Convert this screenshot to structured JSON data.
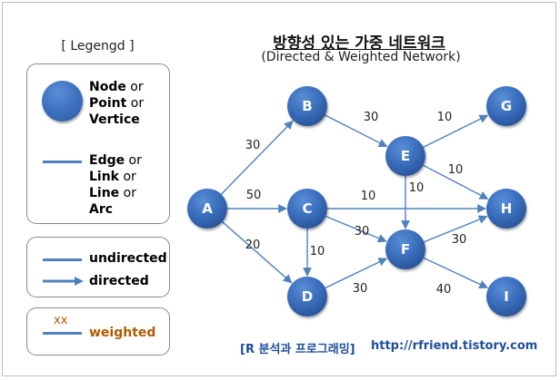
{
  "legend": {
    "title": "[ Legengd ]",
    "node_line1_bold": "Node",
    "node_line1_rest": " or",
    "node_line2_bold": "Point",
    "node_line2_rest": " or",
    "node_line3_bold": "Vertice",
    "edge_line1_bold": "Edge",
    "edge_line1_rest": " or",
    "edge_line2_bold": "Link",
    "edge_line2_rest": " or",
    "edge_line3_bold": "Line",
    "edge_line3_rest": " or",
    "edge_line4_bold": "Arc",
    "undirected": "undirected",
    "directed": "directed",
    "weight_mark": "xx",
    "weighted": "weighted"
  },
  "title": "방향성 있는 가중 네트워크",
  "subtitle": "(Directed & Weighted Network)",
  "footer": {
    "left": "[R 분석과 프로그래밍]",
    "right": "http://rfriend.tistory.com"
  },
  "colors": {
    "node": "#3b6fbe",
    "edge": "#4f81bd",
    "weighted_text": "#b05a00",
    "footer": "#1f4e99"
  },
  "nodes": [
    {
      "id": "A",
      "label": "A"
    },
    {
      "id": "B",
      "label": "B"
    },
    {
      "id": "C",
      "label": "C"
    },
    {
      "id": "D",
      "label": "D"
    },
    {
      "id": "E",
      "label": "E"
    },
    {
      "id": "F",
      "label": "F"
    },
    {
      "id": "G",
      "label": "G"
    },
    {
      "id": "H",
      "label": "H"
    },
    {
      "id": "I",
      "label": "I"
    }
  ],
  "edges": [
    {
      "from": "A",
      "to": "B",
      "weight": "30"
    },
    {
      "from": "A",
      "to": "C",
      "weight": "50"
    },
    {
      "from": "A",
      "to": "D",
      "weight": "20"
    },
    {
      "from": "B",
      "to": "E",
      "weight": "30"
    },
    {
      "from": "C",
      "to": "D",
      "weight": "10"
    },
    {
      "from": "C",
      "to": "F",
      "weight": "30"
    },
    {
      "from": "C",
      "to": "H",
      "weight": "10"
    },
    {
      "from": "D",
      "to": "F",
      "weight": "30"
    },
    {
      "from": "E",
      "to": "G",
      "weight": "10"
    },
    {
      "from": "E",
      "to": "H",
      "weight": "10"
    },
    {
      "from": "E",
      "to": "F",
      "weight": "10"
    },
    {
      "from": "F",
      "to": "H",
      "weight": "30"
    },
    {
      "from": "F",
      "to": "I",
      "weight": "40"
    }
  ]
}
